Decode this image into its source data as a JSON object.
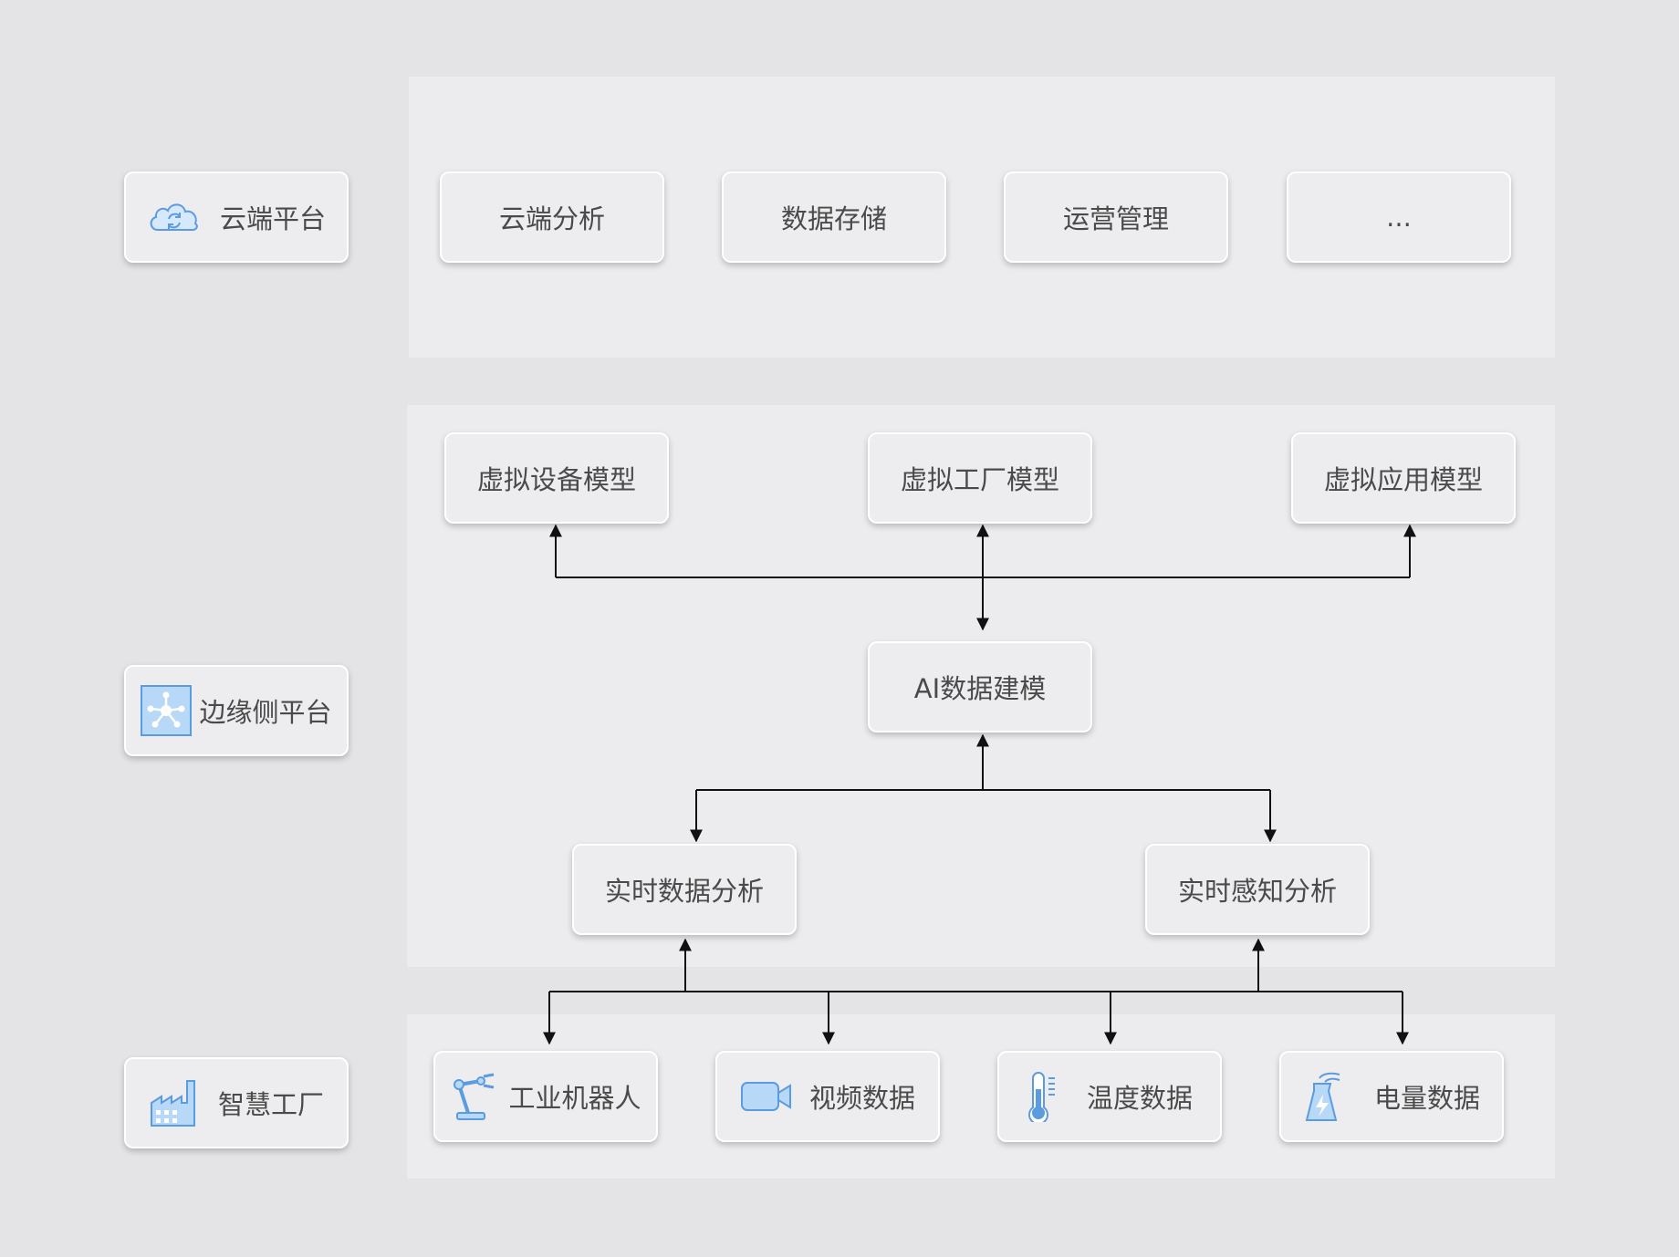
{
  "layers": [
    {
      "id": "cloud",
      "label": "云端平台",
      "icon": "cloud-sync-icon"
    },
    {
      "id": "edge",
      "label": "边缘侧平台",
      "icon": "network-hub-icon"
    },
    {
      "id": "factory",
      "label": "智慧工厂",
      "icon": "factory-icon"
    }
  ],
  "cloud_services": [
    "云端分析",
    "数据存储",
    "运营管理",
    "..."
  ],
  "virtual_models": [
    "虚拟设备模型",
    "虚拟工厂模型",
    "虚拟应用模型"
  ],
  "ai_modeling": "AI数据建模",
  "analysis": [
    "实时数据分析",
    "实时感知分析"
  ],
  "data_sources": [
    {
      "label": "工业机器人",
      "icon": "robot-arm-icon"
    },
    {
      "label": "视频数据",
      "icon": "video-camera-icon"
    },
    {
      "label": "温度数据",
      "icon": "thermometer-icon"
    },
    {
      "label": "电量数据",
      "icon": "power-plant-icon"
    }
  ],
  "colors": {
    "accent": "#5b9be0",
    "accent_fill": "#b8d8f8",
    "line": "#111111"
  }
}
